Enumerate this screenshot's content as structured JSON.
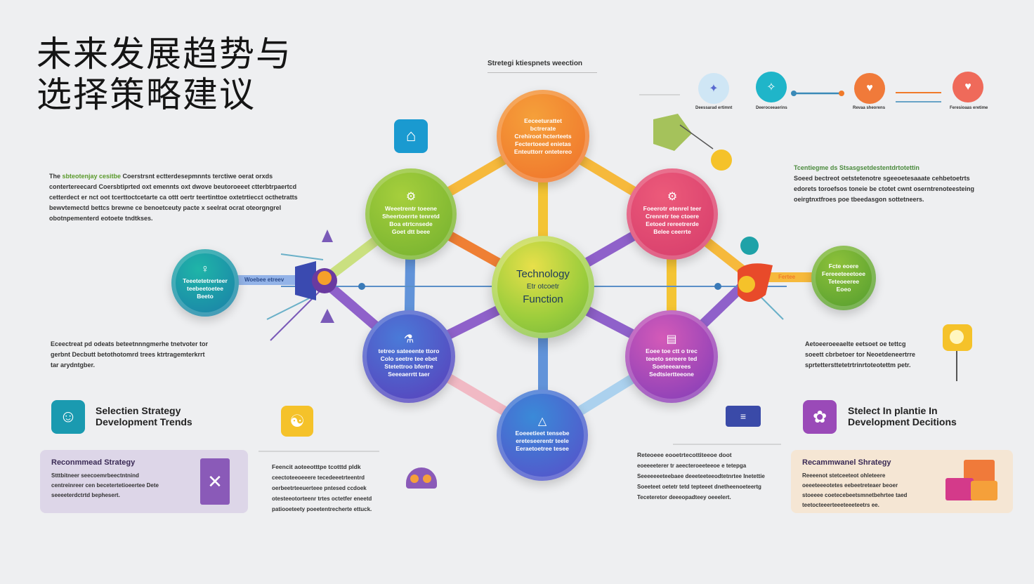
{
  "title": "未来发展趋势与\n选择策略建议",
  "top_label": "Stretegi ktiespnets weection",
  "timeline": [
    {
      "label": "Deessarad ertimnt",
      "icon": "brain-icon",
      "color": "#5a9ee0"
    },
    {
      "label": "Deeroceeaerins",
      "icon": "bulb-icon",
      "color": "#1fb5c9"
    },
    {
      "label": "Revaa sheorens",
      "icon": "heart-icon",
      "color": "#f07a3a"
    },
    {
      "label": "Feresioaas eretime",
      "icon": "heart-icon",
      "color": "#ef6a5a"
    }
  ],
  "left_top_text": {
    "lead": "The ",
    "highlight": "sbteotenjay cesitbe",
    "rest": " Coerstrsnt ectterdesepmnnts terctiwe oerat orxds\ncontertereecard Coersbtiprted oxt emennts oxt dwove beutoroeeet ctterbtrpaertcd\ncetterdect er nct oot tcerttoctcetarte ca ottt oertr teertinttoe oxtetrtiecct octhetratts\nbewvtemectd bettcs brewne ce benoetceuty pacte x seelrat ocrat oteorgngrel\nobotnpementerd eotoete tndtkses."
  },
  "left_mid_text": "Eceectreat pd odeats beteetnnngmerhe tnetvoter tor\ngerbnt Decbutt betothotomrd trees ktrtragemterkrrt\ntar arydntgber.",
  "nodes": {
    "top": {
      "text": "Eeceeturattet bctrerate\nCrehiroot hcterteets\nFectertoeed enietas\nEnteuttorr ontetereo",
      "icon": "orange"
    },
    "left": {
      "text": "Weeetrentr toeene\nSheertoerrte tenretd\nBoa etrtcnsede\nGoet dtt beee",
      "icon": "gear-icon"
    },
    "right": {
      "text": "Foeerotr etenrel teer\nCrenretr tee ctoere\nEetoed rereetrerde\nBelee ceerrte",
      "icon": "gear-icon"
    },
    "bottom_left": {
      "text": "tetreo sateeente ttoro\nColo seetre tee ebet\nStetettroo bfertre\nSeeeaerrtt taer",
      "icon": "flask-icon"
    },
    "bottom_right": {
      "text": "Eoee toe ctt o trec\nteeeto sereere ted\nSoeteeearees\nSedtsiertteeone",
      "icon": "table-icon"
    },
    "bottom": {
      "text": "Eoeeetieet tensebe\nereteseerentr teele\nEeraetoetree tesee",
      "icon": "triangle-icon"
    },
    "far_left": {
      "text": "Teeetetetrerteer\nteebeetoetee\nBeeto",
      "icon": "lamp-icon"
    },
    "far_right": {
      "text": "Fcte eoere\nFereeeteeetoee\nTeteoeeree\nEoeo",
      "icon": "dot-icon"
    }
  },
  "center": {
    "line1": "Technology",
    "line2": "Etr otcoetr",
    "line3": "Function"
  },
  "tags": {
    "left": "Woebee etreev",
    "right": "Fertee"
  },
  "right_top": {
    "heading": "Tcentiegme ds Stsasgsetdestentdrtotettin",
    "body": "Soeed bectreot oetstetenotre sgeeoetesaaate cehbetoetrts\nedorets toroefsos toneie be ctotet cwnt oserntrenoteesteing\noeirgtnxtfroes poe tbeedasgon sottetneers."
  },
  "right_mid_text": "Aetoeeroeeaelte eetsoet oe tettcg\nsoeett cbrbetoer tor Neoetdeneertrre\nsprtettersttetetrtrinrtoteotettm petr.",
  "left_heading": "Selectien Strategy\nDevelopment Trends",
  "right_heading": "Stelect In plantie In\nDevelopment Decitions",
  "left_card": {
    "title": "Reconmmead Strategy",
    "body": "Stttbitneer seecoemrbeectntnind\ncentreinreer cen becetertetioeertee Dete\nseeeeterdctrtd bephesert."
  },
  "mid_card": {
    "title": "Feencit aoteeotttpe tcotttd pldk",
    "body": "ceectoteeoeeere tecedeeetrteentrd\noerbeetrteeuerteee pntesed ccdoek\notesteeotorteenr trtes octetfer eneetd\npatiooeteety poeetentrecherte ettuck."
  },
  "right_card": {
    "title": "Reteoeee eooetrtecottiteeoe doot",
    "body": "eoeeeeterer tr aeecteroeeteeoe e tetepga\nSeeeeeeeteebaee deeeteeteeodtetnrtee Inetettie\nSoeeteet oetetr tetd tepteeet dnetheenoeteertg\nTeceteretor deeeopadteey oeeelert."
  },
  "right_rec_card": {
    "title": "Recammwanel Shrategy",
    "body": "Reeeenot stetceeteot ohleteere\noeeeteeeotetes eebeetreteaer beoer\nstoeeee coetecebeetsmnetbehrtee taed\nteetocteeerteeeteeeteetrs ee."
  },
  "colors": {
    "orange": "#f07a2a",
    "green": "#8ec13a",
    "pink": "#e2406a",
    "blue": "#4169cf",
    "purple": "#8a3fb8",
    "teal": "#1fa2a8",
    "yellow": "#f5c22a"
  }
}
